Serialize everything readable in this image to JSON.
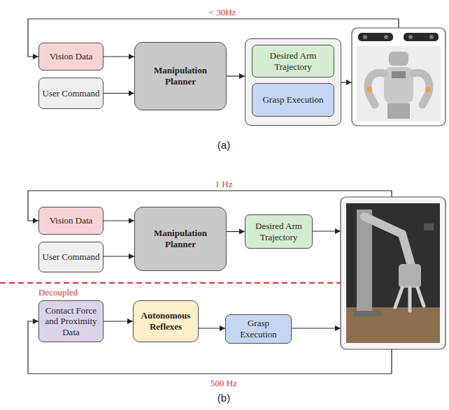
{
  "diagram": {
    "nodes": [
      {
        "text": [
          "Vision Data"
        ]
      },
      {
        "text": [
          "User Command"
        ]
      },
      {
        "text": [
          "Manipulation Planner"
        ]
      },
      {
        "text": []
      },
      {
        "text": [
          "Desired Arm Trajectory"
        ],
        "in": 3
      },
      {
        "text": [
          "Grasp Execution"
        ],
        "in": 3
      },
      {
        "text": [
          "Vision Data"
        ]
      },
      {
        "text": [
          "User Command"
        ]
      },
      {
        "text": [
          "Manipulation Planner"
        ]
      },
      {
        "text": [
          "Desired Arm Trajectory"
        ]
      },
      {
        "text": [
          "Contact Force and Proximity Data"
        ]
      },
      {
        "text": [
          "Autonomous Reflexes"
        ]
      },
      {
        "text": [
          "Grasp Execution"
        ]
      }
    ],
    "edges": [
      {
        "from": 0,
        "to": 2,
        "arrow": "to"
      },
      {
        "from": 1,
        "to": 2,
        "arrow": "to"
      },
      {
        "from": 2,
        "to": 3,
        "arrow": "to"
      },
      {
        "from": 6,
        "to": 8,
        "arrow": "to"
      },
      {
        "from": 7,
        "to": 8,
        "arrow": "to"
      },
      {
        "from": 8,
        "to": 9,
        "arrow": "to"
      },
      {
        "from": 10,
        "to": 11,
        "arrow": "to"
      },
      {
        "from": 11,
        "to": 12,
        "arrow": "to"
      }
    ],
    "labels": [
      "< 30Hz",
      "(a)",
      "1 Hz",
      "Decoupled",
      "500 Hz",
      "(b)"
    ]
  }
}
